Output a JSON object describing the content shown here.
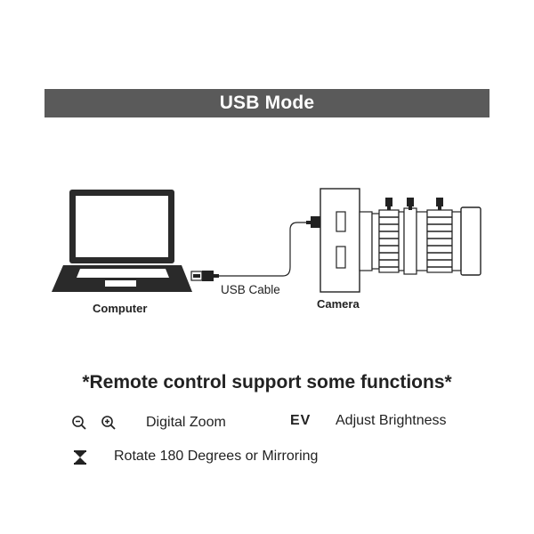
{
  "banner": {
    "title": "USB Mode"
  },
  "diagram": {
    "computer_label": "Computer",
    "cable_label": "USB Cable",
    "camera_label": "Camera"
  },
  "note": "*Remote control support some functions*",
  "functions": {
    "zoom": {
      "icons": [
        "zoom-out-icon",
        "zoom-in-icon"
      ],
      "label": "Digital Zoom"
    },
    "brightness": {
      "icon_text": "EV",
      "label": "Adjust Brightness"
    },
    "rotate": {
      "icon": "hourglass-icon",
      "label": "Rotate 180 Degrees or Mirroring"
    }
  },
  "colors": {
    "banner": "#5a5a5a",
    "banner_text": "#ffffff",
    "line": "#222222"
  }
}
